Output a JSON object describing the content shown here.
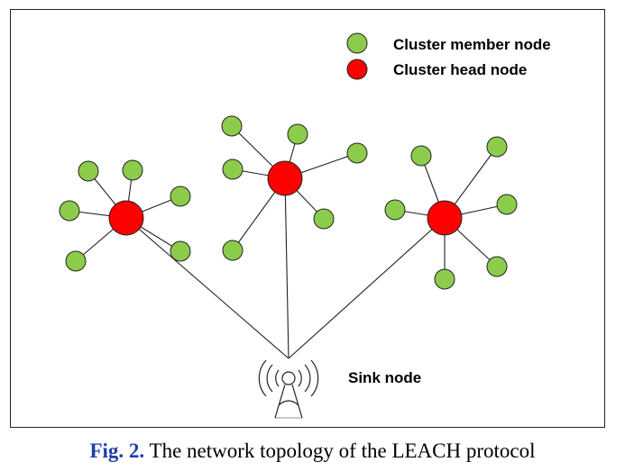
{
  "legend": {
    "member_label": "Cluster member node",
    "head_label": "Cluster head node"
  },
  "sink": {
    "label": "Sink node"
  },
  "caption": {
    "label": "Fig. 2.",
    "text": "The network topology of the LEACH protocol"
  },
  "colors": {
    "member_fill": "#8ccc4b",
    "head_fill": "#ff0000",
    "line": "#222222"
  }
}
